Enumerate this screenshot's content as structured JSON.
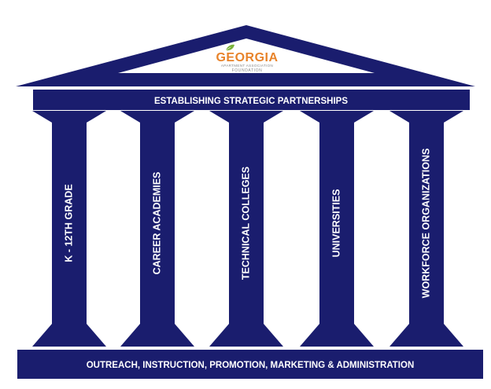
{
  "colors": {
    "navy": "#1a1d6e",
    "white": "#ffffff",
    "brand_orange": "#e8832a",
    "logo_gray": "#8a8a8a"
  },
  "logo": {
    "name": "GEORGIA",
    "line2": "APARTMENT ASSOCIATION",
    "line3": "FOUNDATION",
    "icon": "leaf-icon"
  },
  "beam": {
    "label": "ESTABLISHING STRATEGIC PARTNERSHIPS"
  },
  "pillars": [
    {
      "label": "K - 12TH GRADE"
    },
    {
      "label": "CAREER ACADEMIES"
    },
    {
      "label": "TECHNICAL COLLEGES"
    },
    {
      "label": "UNIVERSITIES"
    },
    {
      "label": "WORKFORCE ORGANIZATIONS"
    }
  ],
  "foundation": {
    "label": "OUTREACH, INSTRUCTION, PROMOTION, MARKETING & ADMINISTRATION"
  }
}
